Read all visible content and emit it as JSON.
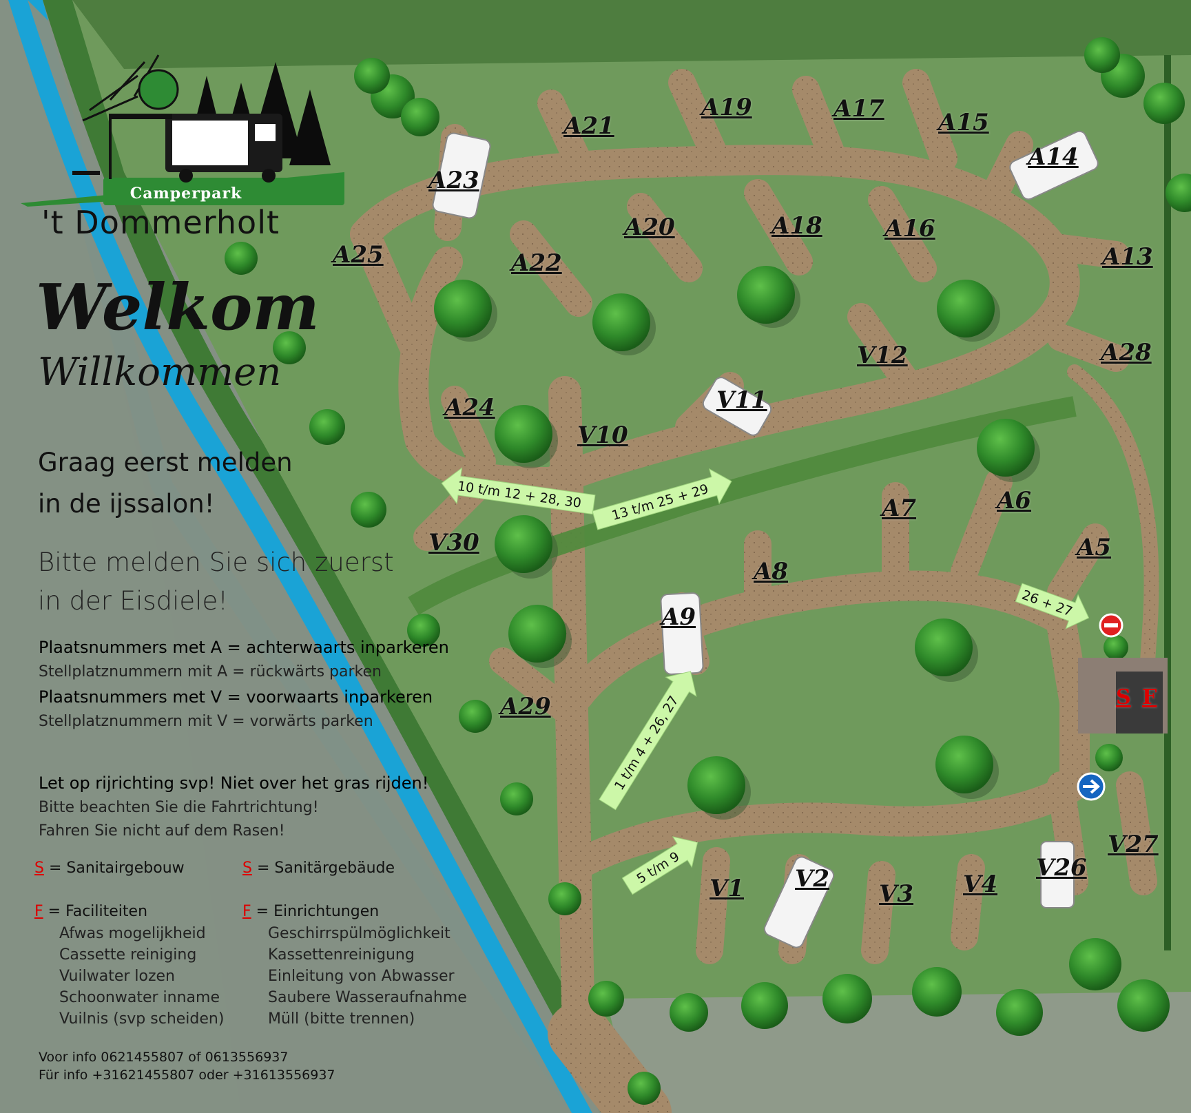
{
  "logo": {
    "band": "Camperpark",
    "name": "'t Dommerholt"
  },
  "welcome": {
    "nl": "Welkom",
    "de": "Willkommen"
  },
  "register": {
    "nl_line1": "Graag eerst melden",
    "nl_line2": "in de ijssalon!",
    "de_line1": "Bitte melden Sie sich zuerst",
    "de_line2": "in der Eisdiele!"
  },
  "parking_rules": {
    "a_nl": "Plaatsnummers met A = achterwaarts inparkeren",
    "a_de": "Stellplatznummern mit A = rückwärts parken",
    "v_nl": "Plaatsnummers met V = voorwaarts inparkeren",
    "v_de": "Stellplatznummern mit V = vorwärts parken"
  },
  "direction_notice": {
    "nl": "Let op rijrichting svp! Niet over het gras rijden!",
    "de1": "Bitte beachten Sie die Fahrtrichtung!",
    "de2": "Fahren Sie nicht auf dem Rasen!"
  },
  "legend": {
    "s_letter": "S",
    "s_nl": "= Sanitairgebouw",
    "s_de": "= Sanitärgebäude",
    "f_letter": "F",
    "f_nl": "= Faciliteiten",
    "f_de": "= Einrichtungen",
    "f_items_nl": [
      "Afwas mogelijkheid",
      "Cassette reiniging",
      "Vuilwater lozen",
      "Schoonwater inname",
      "Vuilnis (svp scheiden)"
    ],
    "f_items_de": [
      "Geschirrspülmöglichkeit",
      "Kassettenreinigung",
      "Einleitung von Abwasser",
      "Saubere Wasseraufnahme",
      "Müll (bitte trennen)"
    ]
  },
  "contact": {
    "nl": "Voor info 0621455807 of 0613556937",
    "de": "Für info +31621455807 oder +31613556937"
  },
  "building": {
    "s": "S",
    "f": "F"
  },
  "spots": [
    "A23",
    "A21",
    "A19",
    "A17",
    "A15",
    "A14",
    "A25",
    "A22",
    "A20",
    "A18",
    "A16",
    "A13",
    "V12",
    "A28",
    "A24",
    "V11",
    "V10",
    "V30",
    "A7",
    "A6",
    "A5",
    "A8",
    "A9",
    "A29",
    "V27",
    "V26",
    "V1",
    "V2",
    "V3",
    "V4"
  ],
  "arrows": [
    "10 t/m 12 + 28, 30",
    "13 t/m 25 + 29",
    "26 + 27",
    "1 t/m 4 + 26, 27",
    "5 t/m 9"
  ],
  "colors": {
    "grass": "#6f9a5c",
    "path": "#a58a6a",
    "water": "#1aa3d6",
    "tree": "#2f8a2a",
    "arrow": "#ccf7a8",
    "legend_red": "#dd0000"
  }
}
